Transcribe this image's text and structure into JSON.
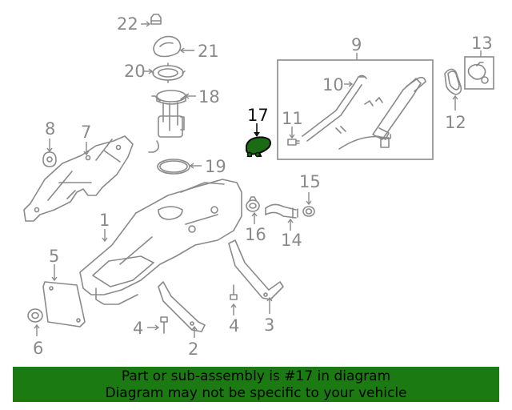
{
  "callouts": {
    "c1": "1",
    "c2": "2",
    "c3": "3",
    "c4a": "4",
    "c4b": "4",
    "c5": "5",
    "c6": "6",
    "c7": "7",
    "c8": "8",
    "c9": "9",
    "c10": "10",
    "c11": "11",
    "c12": "12",
    "c13": "13",
    "c14": "14",
    "c15": "15",
    "c16": "16",
    "c17": "17",
    "c18": "18",
    "c19": "19",
    "c20": "20",
    "c21": "21",
    "c22": "22"
  },
  "highlighted_part": "17",
  "notice": {
    "line1": "Part or sub-assembly is #17 in diagram",
    "line2": "Diagram may not be specific to your vehicle"
  },
  "colors": {
    "banner": "#1b7a12",
    "highlight_part": "#1a6b14",
    "line_art": "#8a8a8a"
  }
}
